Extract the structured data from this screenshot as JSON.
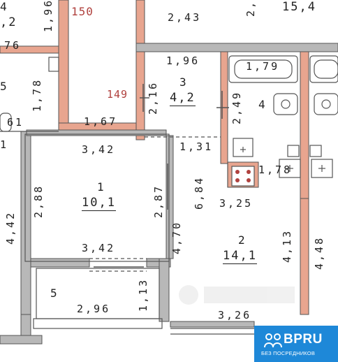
{
  "plan": {
    "colors": {
      "wall": "#e8a58f",
      "partition": "#b8b8b8",
      "frame": "#555555",
      "label_red": "#b0413e",
      "badge": "#1e88d8"
    },
    "rooms": [
      {
        "number": "1",
        "area": "10,1"
      },
      {
        "number": "2",
        "area": "14,1"
      },
      {
        "number": "3",
        "area": "4,2"
      },
      {
        "number": "4"
      },
      {
        "number": "5"
      }
    ],
    "neighbor_rooms": [
      {
        "number": "5"
      },
      {
        "number": "4",
        "area": ",2"
      }
    ],
    "areas_other": [
      "15,4"
    ],
    "dimensions": [
      "1,96",
      "2,43",
      "2,",
      "76",
      "1,78",
      "61",
      "1",
      "1,67",
      "3,42",
      "1,96",
      "2,16",
      "1,79",
      "2,49",
      "1,31",
      "1,78",
      "2,88",
      "2,87",
      "6,84",
      "3,25",
      "4,42",
      "4,70",
      "3,42",
      "4,13",
      "4,48",
      "1,13",
      "2,96",
      "3,26"
    ],
    "red_labels": [
      "150",
      "149"
    ]
  },
  "badge": {
    "logo": "BPRU",
    "tagline": "БЕЗ ПОСРЕДНИКОВ",
    "icon": "people-icon"
  }
}
